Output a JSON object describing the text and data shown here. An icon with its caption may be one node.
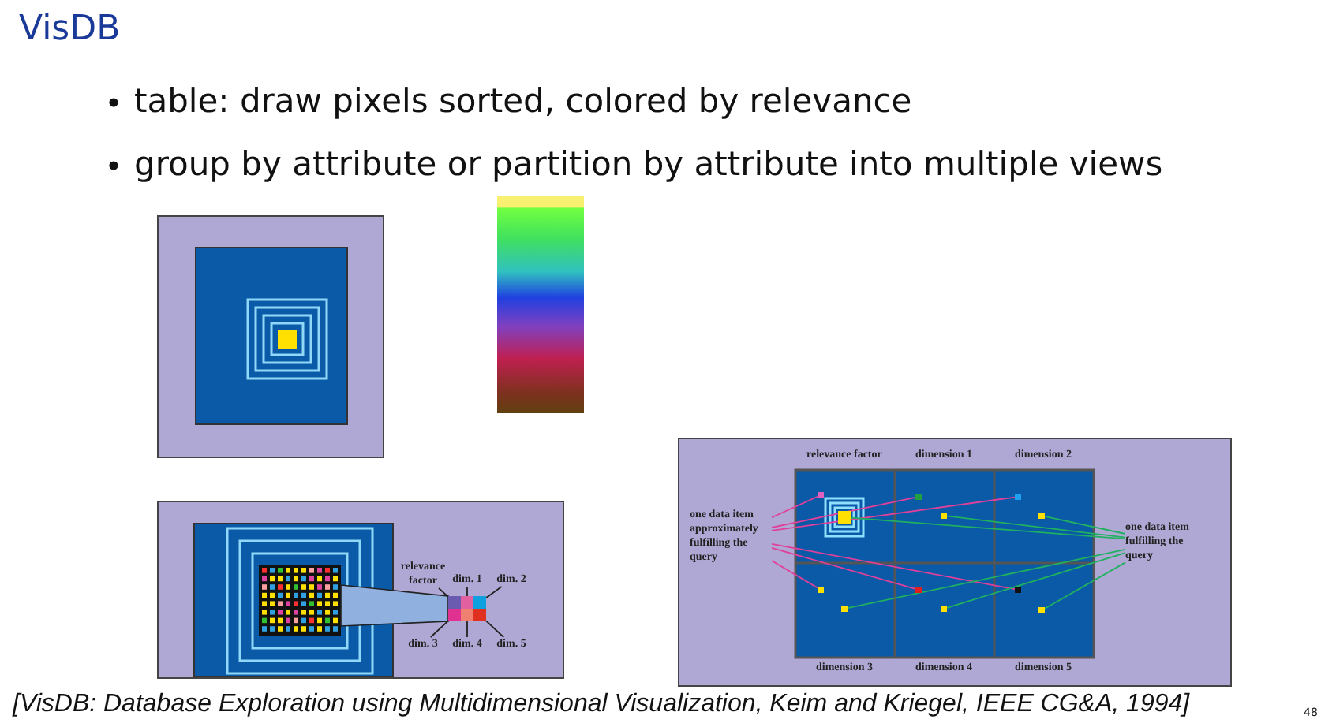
{
  "diagram": {
    "title": "VisDB",
    "caption": "[VisDB: Database Exploration using Multidimensional Visualization, Keim and Kriegel, IEEE CG&A, 1994]",
    "nodes": [
      {
        "text": [
          "relevance factor"
        ]
      },
      {
        "text": [
          "dim. 1"
        ]
      },
      {
        "text": [
          "dim. 2"
        ]
      },
      {
        "text": [
          "dim. 3"
        ]
      },
      {
        "text": [
          "dim. 4"
        ]
      },
      {
        "text": [
          "dim. 5"
        ]
      },
      {
        "text": [],
        "shape": "box"
      },
      {
        "text": [],
        "shape": "box"
      },
      {
        "text": [],
        "shape": "box"
      },
      {
        "text": [],
        "shape": "box"
      },
      {
        "text": [],
        "shape": "box"
      },
      {
        "text": [],
        "shape": "box"
      },
      {
        "text": [
          "one data item approximately fulfilling the query"
        ]
      },
      {
        "text": [
          "one data item fulfilling the query"
        ]
      },
      {
        "text": [],
        "shape": "box"
      },
      {
        "text": [],
        "shape": "box"
      },
      {
        "text": [],
        "shape": "box"
      },
      {
        "text": [],
        "shape": "box"
      },
      {
        "text": [],
        "shape": "box"
      },
      {
        "text": [],
        "shape": "box"
      },
      {
        "text": [],
        "shape": "box"
      },
      {
        "text": [],
        "shape": "box"
      },
      {
        "text": [],
        "shape": "box"
      },
      {
        "text": [],
        "shape": "box"
      },
      {
        "text": [],
        "shape": "box"
      },
      {
        "text": [],
        "shape": "box"
      }
    ],
    "edges": [
      {
        "from": 0,
        "to": 6,
        "arrow": "none"
      },
      {
        "from": 1,
        "to": 7,
        "arrow": "none"
      },
      {
        "from": 2,
        "to": 8,
        "arrow": "none"
      },
      {
        "from": 3,
        "to": 9,
        "arrow": "none"
      },
      {
        "from": 4,
        "to": 10,
        "arrow": "none"
      },
      {
        "from": 5,
        "to": 11,
        "arrow": "none"
      },
      {
        "from": 12,
        "to": 14,
        "arrow": "none",
        "color": "#e0409a"
      },
      {
        "from": 12,
        "to": 15,
        "arrow": "none",
        "color": "#e0409a"
      },
      {
        "from": 12,
        "to": 16,
        "arrow": "none",
        "color": "#e0409a"
      },
      {
        "from": 12,
        "to": 17,
        "arrow": "none",
        "color": "#e0409a"
      },
      {
        "from": 12,
        "to": 18,
        "arrow": "none",
        "color": "#e0409a"
      },
      {
        "from": 12,
        "to": 19,
        "arrow": "none",
        "color": "#e0409a"
      },
      {
        "from": 13,
        "to": 20,
        "arrow": "none",
        "color": "#20b060"
      },
      {
        "from": 13,
        "to": 21,
        "arrow": "none",
        "color": "#20b060"
      },
      {
        "from": 13,
        "to": 22,
        "arrow": "none",
        "color": "#20b060"
      },
      {
        "from": 13,
        "to": 23,
        "arrow": "none",
        "color": "#20b060"
      },
      {
        "from": 13,
        "to": 24,
        "arrow": "none",
        "color": "#20b060"
      },
      {
        "from": 13,
        "to": 25,
        "arrow": "none",
        "color": "#20b060"
      }
    ],
    "labels": [
      "table: draw pixels sorted, colored by relevance",
      "group by attribute or partition by attribute into multiple views",
      "relevance factor",
      "dimension 1",
      "dimension 2",
      "dimension 3",
      "dimension 4",
      "dimension 5",
      "48"
    ]
  }
}
